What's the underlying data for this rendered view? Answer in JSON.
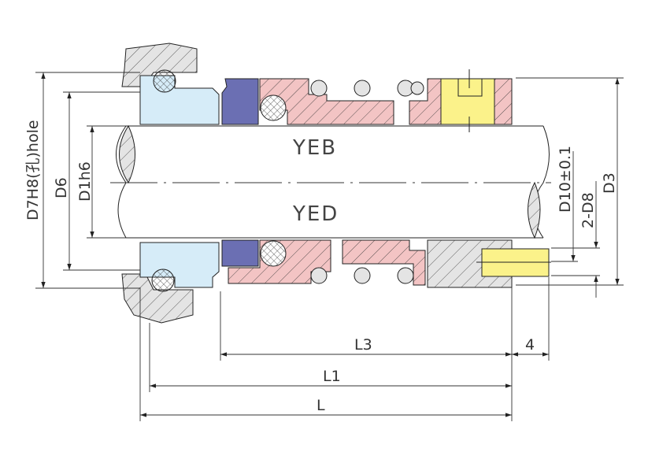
{
  "labels": {
    "d7": "D7H8(孔)hole",
    "d6": "D6",
    "d1": "D1h6",
    "yeb": "YEB",
    "yed": "YED",
    "d10": "D10±0.1",
    "d8": "2-D8",
    "d3": "D3",
    "l3": "L3",
    "four": "4",
    "l1": "L1",
    "l": "L"
  },
  "colors": {
    "gland": "#d6ecf8",
    "seat": "#6b6fb3",
    "rotary": "#f3c4c4",
    "screw": "#fbf28a",
    "housing": "#e4e4e4"
  }
}
